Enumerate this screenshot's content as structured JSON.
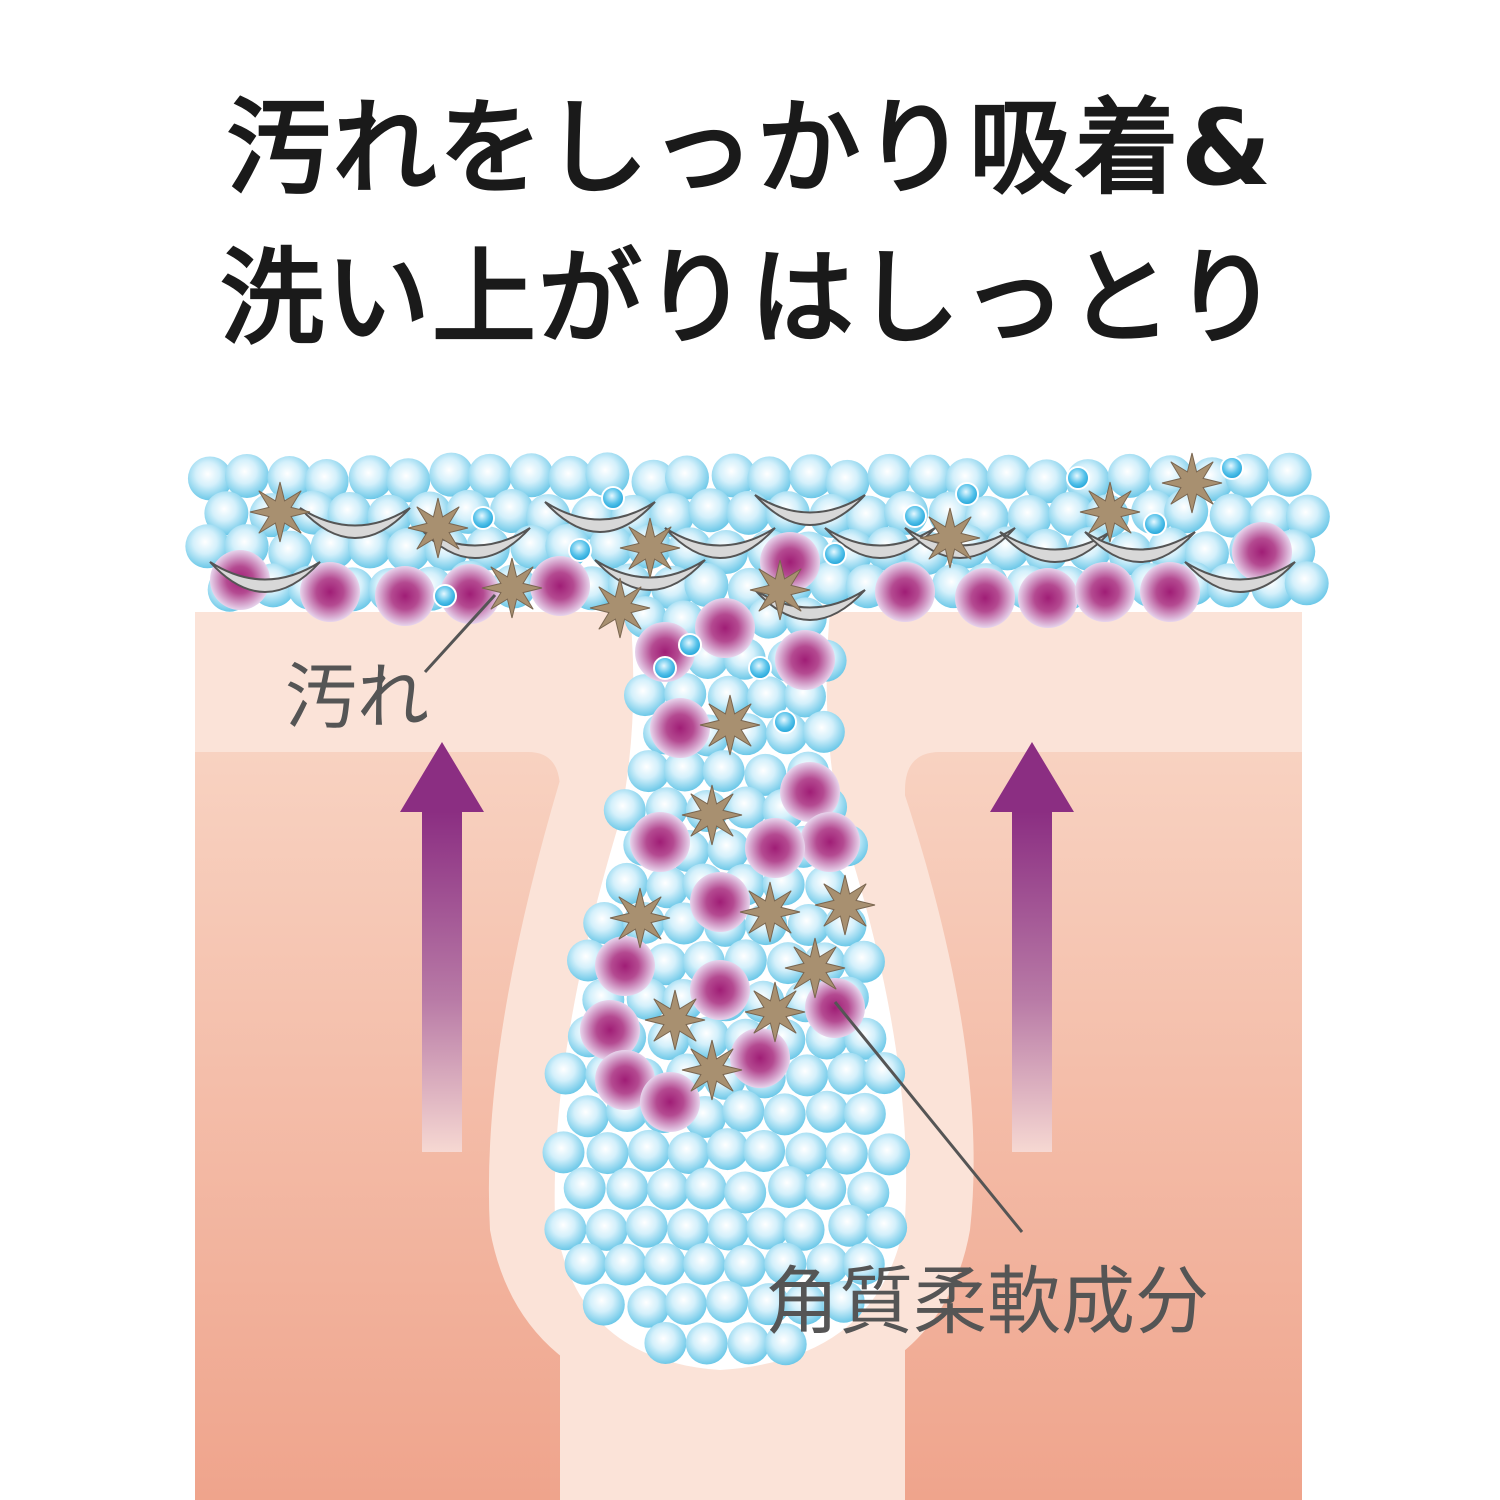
{
  "headline": {
    "line1": "汚れをしっかり吸着&",
    "line2": "洗い上がりはしっとり"
  },
  "labels": {
    "dirt": "汚れ",
    "softening_ingredient": "角質柔軟成分"
  },
  "colors": {
    "skin_light": "#fbe3d8",
    "skin_mid": "#f6c6b2",
    "skin_deep": "#efa48c",
    "bubble": "#6cc8e8",
    "ingredient": "#a8287c",
    "dirt_star": "#9e8a6a",
    "flake": "#d6d6d6",
    "arrow": "#8b2e82"
  },
  "icons": [
    "bubble-icon",
    "dirt-star-icon",
    "keratin-flake-icon",
    "ingredient-particle-icon",
    "up-arrow-icon"
  ]
}
